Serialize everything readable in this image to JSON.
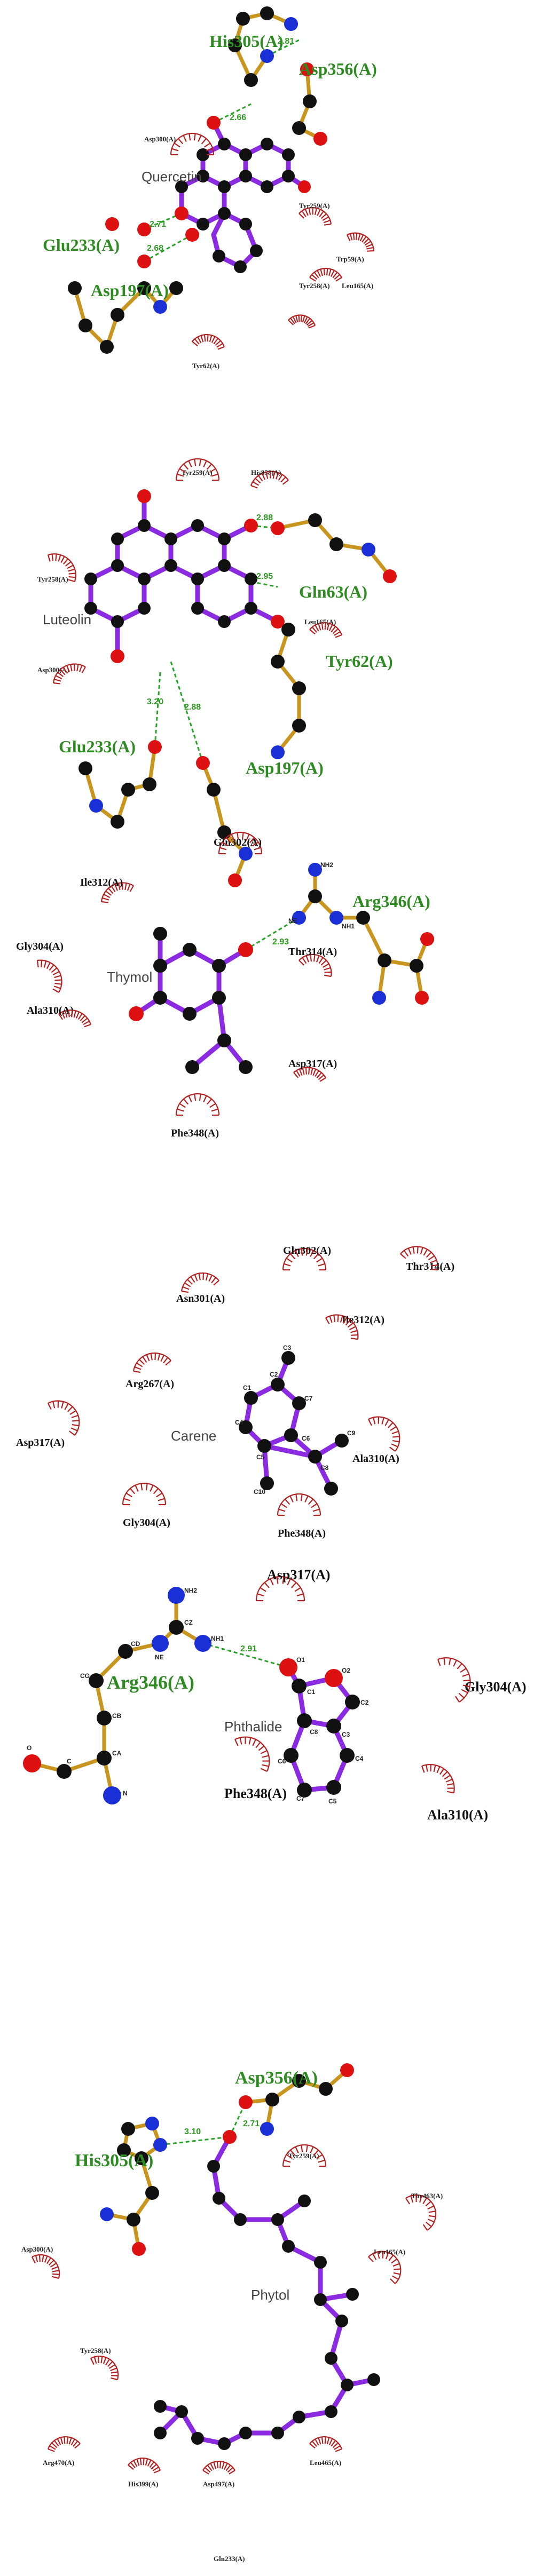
{
  "panels": [
    {
      "ligand": "Quercetin",
      "residues_bonded": [
        "His305(A)",
        "Asp356(A)",
        "Glu233(A)",
        "Asp197(A)"
      ],
      "residues_hydrophobic": [
        "Asp300(A)",
        "Tyr259(A)",
        "Tyr258(A)",
        "Trp59(A)",
        "Leu165(A)",
        "Tyr62(A)"
      ],
      "hbond_distances": [
        "2.81",
        "2.66",
        "2.71",
        "2.68"
      ]
    },
    {
      "ligand": "Luteolin",
      "residues_bonded": [
        "Gln63(A)",
        "Tyr62(A)",
        "Glu233(A)",
        "Asp197(A)"
      ],
      "residues_hydrophobic": [
        "Tyr259(A)",
        "His858(A)",
        "Tyr258(A)",
        "Leu165(A)",
        "Asp300(A)"
      ],
      "hbond_distances": [
        "2.88",
        "2.95",
        "3.20",
        "2.88"
      ]
    },
    {
      "ligand": "Thymol",
      "residues_bonded": [
        "Arg346(A)"
      ],
      "residues_hydrophobic": [
        "Gln302(A)",
        "Ile312(A)",
        "Gly304(A)",
        "Thr314(A)",
        "Ala310(A)",
        "Asp317(A)",
        "Phe348(A)"
      ],
      "hbond_distances": [
        "2.93"
      ],
      "atom_labels": [
        "NE",
        "NH2",
        "NH1"
      ]
    },
    {
      "ligand": "Carene",
      "residues_hydrophobic": [
        "Gln302(A)",
        "Thr314(A)",
        "Asn301(A)",
        "Ile312(A)",
        "Arg267(A)",
        "Asp317(A)",
        "Ala310(A)",
        "Gly304(A)",
        "Phe348(A)"
      ],
      "atom_labels": [
        "C1",
        "C2",
        "C3",
        "C4",
        "C5",
        "C6",
        "C7",
        "C8",
        "C9",
        "C10"
      ]
    },
    {
      "ligand": "Phthalide",
      "residues_bonded": [
        "Arg346(A)"
      ],
      "residues_hydrophobic": [
        "Asp317(A)",
        "Gly304(A)",
        "Phe348(A)",
        "Ala310(A)"
      ],
      "hbond_distances": [
        "2.91"
      ],
      "atom_labels": [
        "NH2",
        "CZ",
        "NH1",
        "CD",
        "NE",
        "CG",
        "CB",
        "CA",
        "C",
        "O",
        "N",
        "O1",
        "O2",
        "C1",
        "C2",
        "C8",
        "C3",
        "C4",
        "C5",
        "C6",
        "C7"
      ]
    },
    {
      "ligand": "Phytol",
      "residues_bonded": [
        "Asp356(A)",
        "His305(A)"
      ],
      "residues_hydrophobic": [
        "Tyr259(A)",
        "Thr463(A)",
        "Asp300(A)",
        "Leu165(A)",
        "Tyr258(A)",
        "Arg470(A)",
        "His399(A)",
        "Asp497(A)",
        "Leu465(A)",
        "Gln233(A)"
      ],
      "hbond_distances": [
        "2.71",
        "3.10"
      ]
    }
  ]
}
